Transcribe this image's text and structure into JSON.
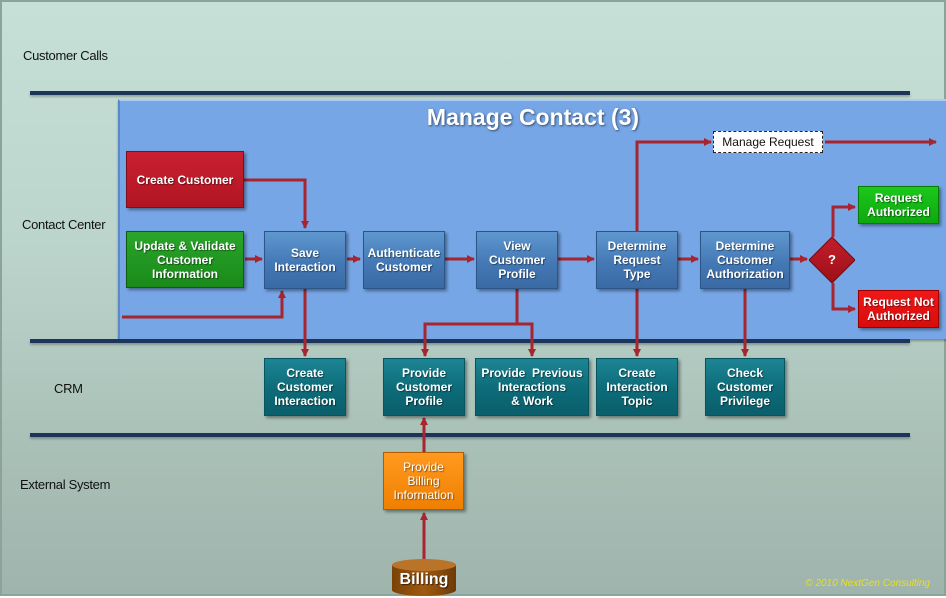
{
  "lanes": {
    "customer_calls": "Customer Calls",
    "contact_center": "Contact Center",
    "crm": "CRM",
    "external_system": "External System"
  },
  "panel": {
    "title": "Manage Contact (3)"
  },
  "contact_center": {
    "create_customer": "Create Customer",
    "update_validate": [
      "Update & Validate",
      "Customer",
      "Information"
    ],
    "save_interaction": [
      "Save",
      "Interaction"
    ],
    "authenticate_customer": [
      "Authenticate",
      "Customer"
    ],
    "view_customer_profile": [
      "View",
      "Customer",
      "Profile"
    ],
    "determine_request_type": [
      "Determine",
      "Request",
      "Type"
    ],
    "determine_customer_authorization": [
      "Determine",
      "Customer",
      "Authorization"
    ],
    "decision": "?",
    "request_authorized": [
      "Request",
      "Authorized"
    ],
    "request_not_authorized": [
      "Request Not",
      "Authorized"
    ],
    "manage_request": "Manage Request"
  },
  "crm": {
    "create_customer_interaction": [
      "Create",
      "Customer",
      "Interaction"
    ],
    "provide_customer_profile": [
      "Provide",
      "Customer",
      "Profile"
    ],
    "provide_previous_interactions": [
      "Provide  Previous",
      "Interactions",
      "& Work"
    ],
    "create_interaction_topic": [
      "Create",
      "Interaction",
      "Topic"
    ],
    "check_customer_privilege": [
      "Check",
      "Customer",
      "Privilege"
    ]
  },
  "external": {
    "provide_billing_information": [
      "Provide",
      "Billing",
      "Information"
    ],
    "billing_db": "Billing"
  },
  "footer": {
    "copyright": "© 2010 NextGen Consulting"
  },
  "colors": {
    "connector": "#a8242e",
    "lane_line": "#1c3558",
    "panel": "#76a6e6"
  }
}
